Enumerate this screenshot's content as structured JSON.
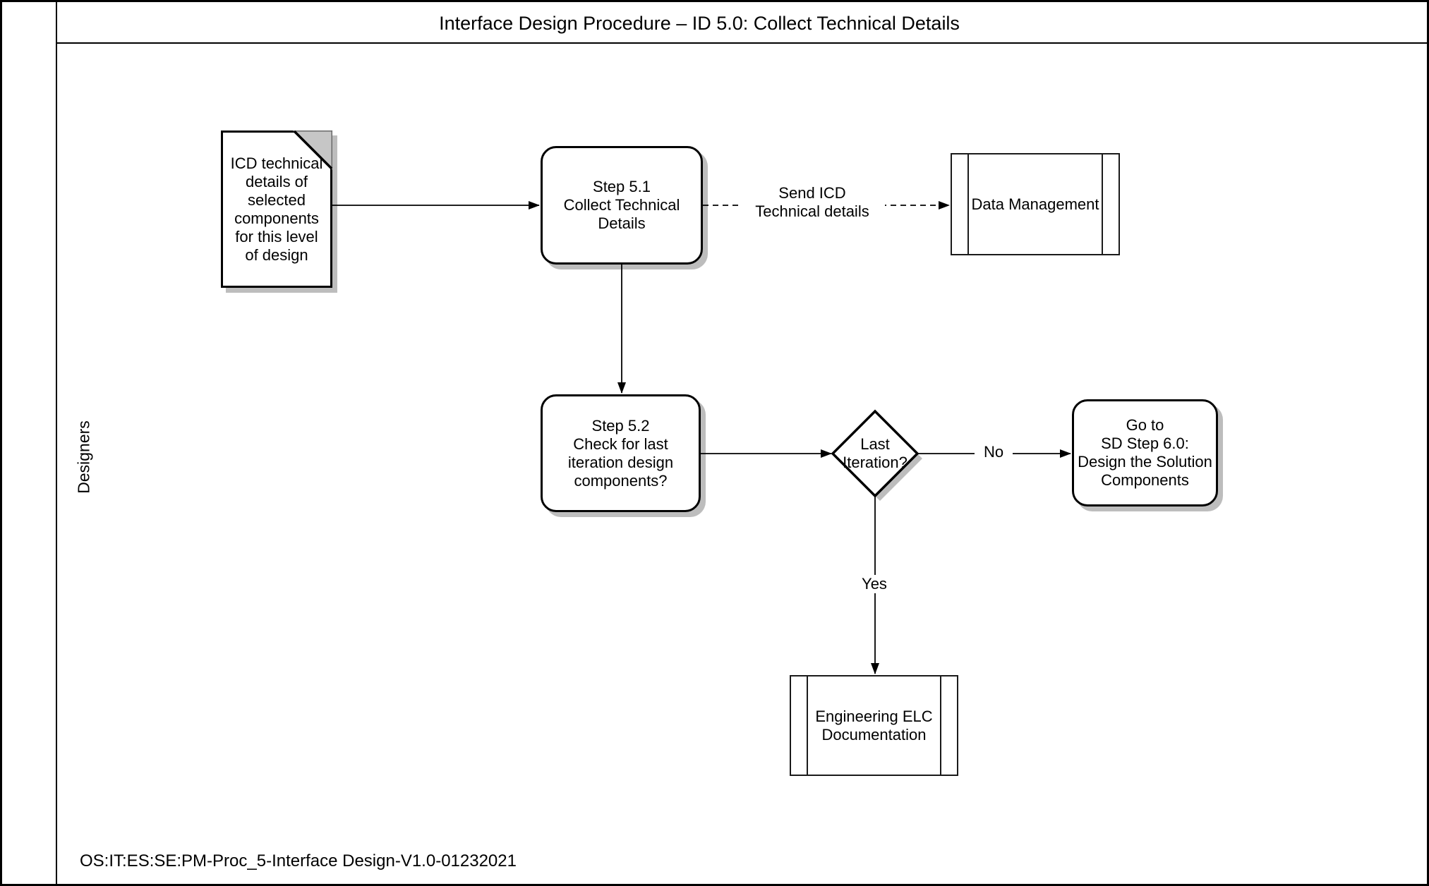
{
  "header": {
    "title": "Interface Design Procedure – ID 5.0: Collect Technical Details"
  },
  "lane": {
    "label": "Designers"
  },
  "footer": {
    "document_id": "OS:IT:ES:SE:PM-Proc_5-Interface Design-V1.0-01232021"
  },
  "nodes": {
    "icd_document": {
      "type": "document",
      "lines": [
        "ICD technical",
        "details of",
        "selected",
        "components",
        "for this level",
        "of design"
      ]
    },
    "step_5_1": {
      "type": "process",
      "lines": [
        "Step 5.1",
        "Collect Technical",
        "Details"
      ]
    },
    "data_management": {
      "type": "predefined-process",
      "text": "Data Management"
    },
    "step_5_2": {
      "type": "process",
      "lines": [
        "Step 5.2",
        "Check for last",
        "iteration design",
        "components?"
      ]
    },
    "last_iteration": {
      "type": "decision",
      "lines": [
        "Last",
        "Iteration?"
      ]
    },
    "goto_sd_step_6": {
      "type": "process",
      "lines": [
        "Go to",
        "SD Step 6.0:",
        "Design the Solution",
        "Components"
      ]
    },
    "engineering_elc": {
      "type": "predefined-process",
      "lines": [
        "Engineering ELC",
        "Documentation"
      ]
    }
  },
  "edges": {
    "send_icd": {
      "label_line1": "Send ICD",
      "label_line2": "Technical details",
      "style": "dashed"
    },
    "no_branch": {
      "label": "No"
    },
    "yes_branch": {
      "label": "Yes"
    }
  },
  "colors": {
    "line": "#000000",
    "shadow": "#bdbdbd",
    "fold_fill": "#c6c6c6",
    "background": "#ffffff"
  }
}
